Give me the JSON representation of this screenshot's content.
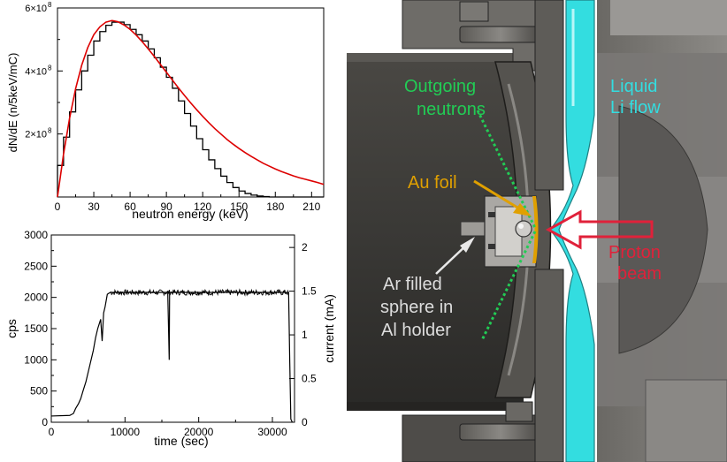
{
  "chart_data": [
    {
      "type": "line",
      "xlabel": "neutron energy (keV)",
      "ylabel": "dN/dE (n/5keV/mC)",
      "xlim": [
        0,
        220
      ],
      "ylim": [
        0,
        600000000
      ],
      "x_ticks": [
        "0",
        "30",
        "60",
        "90",
        "120",
        "150",
        "180",
        "210"
      ],
      "y_ticks": [
        {
          "value": 200000000,
          "mantissa": "2×10",
          "exp": "8"
        },
        {
          "value": 400000000,
          "mantissa": "4×10",
          "exp": "8"
        },
        {
          "value": 600000000,
          "mantissa": "6×10",
          "exp": "8"
        }
      ],
      "series": [
        {
          "kind": "step",
          "color": "#000000",
          "x": [
            0,
            5,
            10,
            15,
            20,
            25,
            30,
            35,
            40,
            45,
            50,
            55,
            60,
            65,
            70,
            75,
            80,
            85,
            90,
            95,
            100,
            105,
            110,
            115,
            120,
            125,
            130,
            135,
            140,
            145,
            150,
            155,
            160,
            165,
            170,
            175,
            180,
            185,
            190,
            195,
            200,
            205,
            210,
            215,
            220
          ],
          "values": [
            100000000,
            190000000,
            270000000,
            340000000,
            400000000,
            450000000,
            495000000,
            525000000,
            545000000,
            555000000,
            555000000,
            547000000,
            532000000,
            515000000,
            495000000,
            470000000,
            442000000,
            412000000,
            380000000,
            345000000,
            305000000,
            265000000,
            225000000,
            185000000,
            150000000,
            118000000,
            90000000,
            66000000,
            46000000,
            30000000,
            19000000,
            11000000,
            6000000,
            3000000,
            1500000,
            0,
            0,
            0,
            0,
            0,
            0,
            0,
            0,
            0,
            0
          ]
        },
        {
          "kind": "curve",
          "color": "#dd0000",
          "x": [
            0,
            5,
            10,
            15,
            20,
            25,
            30,
            35,
            40,
            45,
            50,
            55,
            60,
            65,
            70,
            75,
            80,
            85,
            90,
            95,
            100,
            105,
            110,
            115,
            120,
            125,
            130,
            135,
            140,
            145,
            150,
            155,
            160,
            165,
            170,
            175,
            180,
            185,
            190,
            195,
            200,
            205,
            210,
            215,
            220
          ],
          "values": [
            0,
            136000000,
            250000000,
            344000000,
            418000000,
            474000000,
            515000000,
            540000000,
            555000000,
            560000000,
            556000000,
            546000000,
            532000000,
            514000000,
            493000000,
            470000000,
            446000000,
            421000000,
            396000000,
            371000000,
            346000000,
            322000000,
            299000000,
            277000000,
            256000000,
            236000000,
            217000000,
            200000000,
            183000000,
            168000000,
            154000000,
            141000000,
            129000000,
            118000000,
            107000000,
            98000000,
            89000000,
            81000000,
            74000000,
            67000000,
            61000000,
            56000000,
            51000000,
            46000000,
            40000000
          ]
        }
      ]
    },
    {
      "type": "line",
      "xlabel": "time (sec)",
      "ylabel": "cps",
      "y2label": "current (mA)",
      "xlim": [
        0,
        33000
      ],
      "ylim": [
        0,
        3000
      ],
      "y2lim": [
        0,
        2.143
      ],
      "x_ticks": [
        {
          "value": 0,
          "label": "0"
        },
        {
          "value": 10000,
          "label": "10000"
        },
        {
          "value": 20000,
          "label": "20000"
        },
        {
          "value": 30000,
          "label": "30000"
        }
      ],
      "y_ticks": [
        {
          "value": 0,
          "label": "0"
        },
        {
          "value": 500,
          "label": "500"
        },
        {
          "value": 1000,
          "label": "1000"
        },
        {
          "value": 1500,
          "label": "1500"
        },
        {
          "value": 2000,
          "label": "2000"
        },
        {
          "value": 2500,
          "label": "2500"
        },
        {
          "value": 3000,
          "label": "3000"
        }
      ],
      "y2_ticks": [
        {
          "value": 0,
          "label": "0"
        },
        {
          "value": 0.5,
          "label": "0.5"
        },
        {
          "value": 1,
          "label": "1"
        },
        {
          "value": 1.5,
          "label": "1.5"
        },
        {
          "value": 2,
          "label": "2"
        }
      ],
      "series": [
        {
          "color": "#000000",
          "x": [
            0,
            2500,
            3000,
            3300,
            3700,
            4000,
            4300,
            4700,
            5000,
            5300,
            5700,
            6000,
            6300,
            6700,
            6900,
            7100,
            7300,
            7600,
            8000,
            10000,
            12000,
            14000,
            15800,
            16000,
            16050,
            16300,
            18000,
            20000,
            22000,
            24000,
            26000,
            28000,
            30000,
            31500,
            32200,
            32350,
            32500,
            32700
          ],
          "values": [
            100,
            110,
            140,
            220,
            300,
            380,
            500,
            650,
            800,
            950,
            1150,
            1350,
            1500,
            1650,
            1300,
            1750,
            1850,
            2050,
            2080,
            2080,
            2080,
            2080,
            2080,
            1000,
            2080,
            2080,
            2080,
            2080,
            2080,
            2080,
            2080,
            2080,
            2080,
            2080,
            2080,
            1000,
            50,
            0
          ]
        }
      ]
    }
  ],
  "diagram": {
    "labels": {
      "outgoing": [
        "Outgoing",
        "neutrons"
      ],
      "liquid": [
        "Liquid",
        "Li flow"
      ],
      "au_foil": "Au foil",
      "proton": [
        "Proton",
        "beam"
      ],
      "sphere": [
        "Ar filled",
        "sphere in",
        "Al holder"
      ]
    },
    "colors": {
      "neutrons": "#22cc55",
      "liquid": "#33dde0",
      "au_foil": "#e0a000",
      "proton": "#e0213a",
      "sphere_text": "#dddddd"
    }
  }
}
